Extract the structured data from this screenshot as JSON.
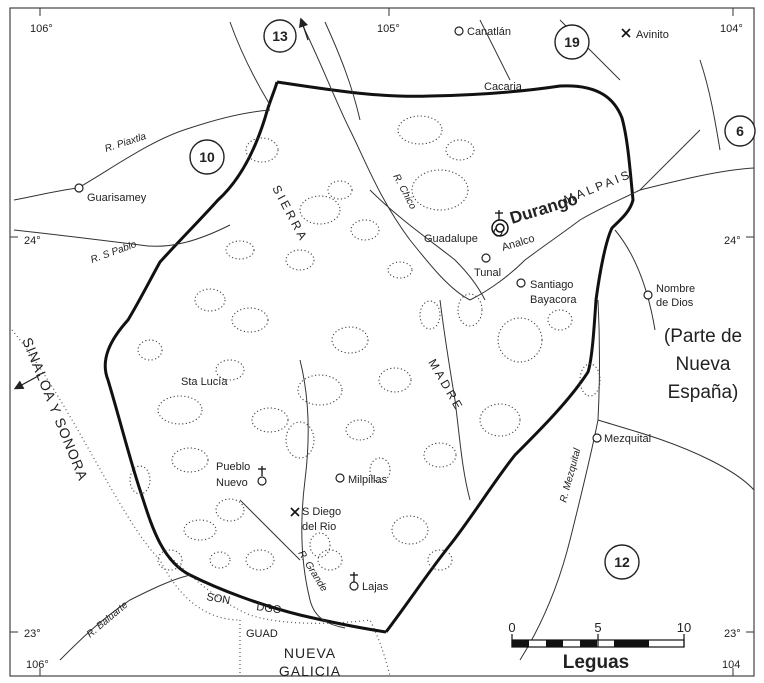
{
  "coordinates": {
    "top": [
      "106°",
      "105°",
      "104°"
    ],
    "left": [
      "24°",
      "23°"
    ],
    "right": [
      "24°",
      "23°"
    ],
    "bottom": [
      "106°",
      "104"
    ]
  },
  "circled_numbers": [
    "13",
    "19",
    "10",
    "6",
    "12"
  ],
  "places": {
    "canatlan": "Canatlán",
    "avinito": "Avinito",
    "cacaria": "Cacaria",
    "guarisamey": "Guarisamey",
    "guadalupe": "Guadalupe",
    "durango": "Durango",
    "analco": "Analco",
    "tunal": "Tunal",
    "santiago_1": "Santiago",
    "santiago_2": "Bayacora",
    "nombre_1": "Nombre",
    "nombre_2": "de Dios",
    "sta_lucia": "Sta Lucía",
    "pueblo_1": "Pueblo",
    "pueblo_2": "Nuevo",
    "milpillas": "Milpillas",
    "sdiego_1": "S Diego",
    "sdiego_2": "del Rio",
    "mezquital": "Mezquital",
    "lajas": "Lajas"
  },
  "rivers": {
    "piaxtla": "R. Piaxtla",
    "s_pablo": "R. S Pablo",
    "chico": "R. Chico",
    "grande": "R. Grande",
    "mezquital": "R. Mezquital",
    "baluarte": "R. Baluarte"
  },
  "regions": {
    "sinaloa": "SINALOA Y SONORA",
    "sierra": "SIERRA",
    "madre": "MADRE",
    "malpais": "MALPAIS",
    "nueva_espana_1": "(Parte de",
    "nueva_espana_2": "Nueva",
    "nueva_espana_3": "España)",
    "son": "SON",
    "dgo": "DGO",
    "guad": "GUAD",
    "nueva_galicia_1": "NUEVA",
    "nueva_galicia_2": "GALICIA"
  },
  "scale": {
    "ticks": [
      "0",
      "5",
      "10"
    ],
    "unit": "Leguas"
  },
  "colors": {
    "ink": "#222222",
    "paper": "#ffffff"
  },
  "icons": [
    "mine-icon",
    "church-cross-icon",
    "town-circle-icon",
    "capital-icon",
    "mountain-hachure-icon",
    "river-arrow-icon"
  ]
}
